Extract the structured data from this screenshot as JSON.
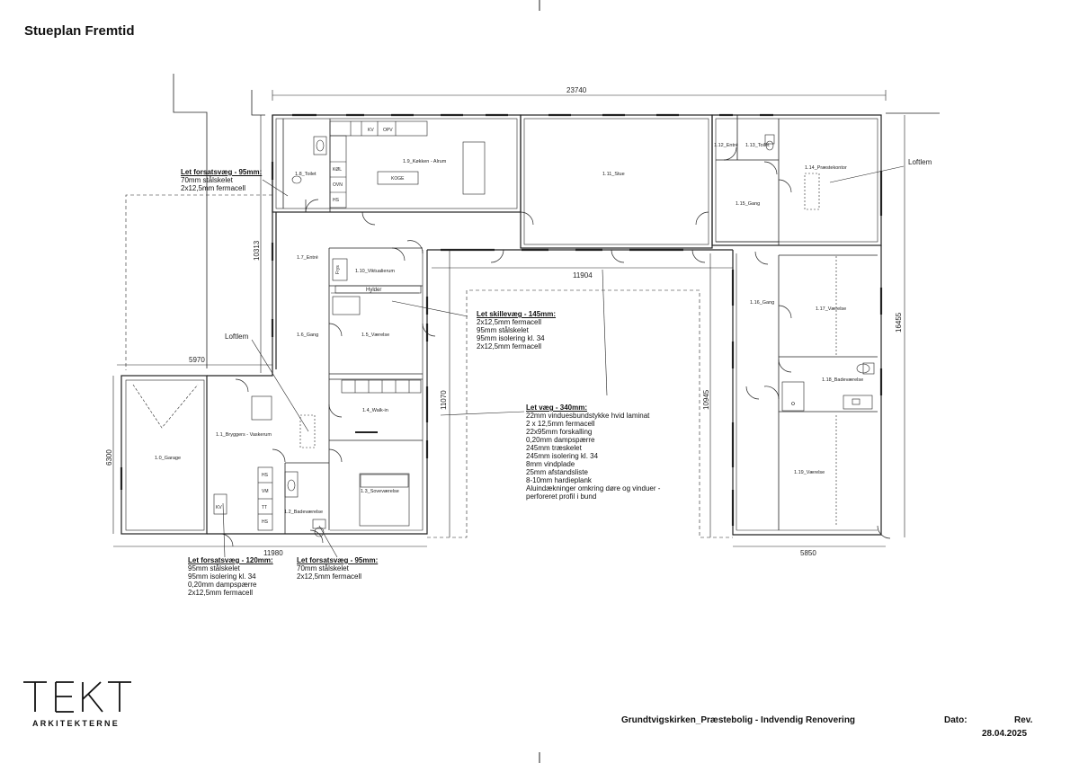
{
  "title": "Stueplan Fremtid",
  "dimensions": {
    "top": "23740",
    "upper_left": "10313",
    "mid_h": "11904",
    "garage_w": "5970",
    "garage_h": "6300",
    "mid_v": "11070",
    "right_v1": "10945",
    "right_v2": "16455",
    "bottom_left": "11980",
    "bottom_right": "5850"
  },
  "rooms": [
    {
      "id": "r10",
      "label": "1.0_Garage"
    },
    {
      "id": "r11",
      "label": "1.1_Bryggers - Vaskerum"
    },
    {
      "id": "r12",
      "label": "1.2_Badeværelse"
    },
    {
      "id": "r13",
      "label": "1.3_Soveværelse"
    },
    {
      "id": "r14",
      "label": "1.4_Walk-in"
    },
    {
      "id": "r15",
      "label": "1.5_Værelse"
    },
    {
      "id": "r16",
      "label": "1.6_Gang"
    },
    {
      "id": "r17",
      "label": "1.7_Entré"
    },
    {
      "id": "r18",
      "label": "1.8_Toilet"
    },
    {
      "id": "r19",
      "label": "1.9_Køkken - Alrum"
    },
    {
      "id": "r110",
      "label": "1.10_Viktualierum"
    },
    {
      "id": "r111",
      "label": "1.11_Stue"
    },
    {
      "id": "r112",
      "label": "1.12_Entré"
    },
    {
      "id": "r113",
      "label": "1.13_Toilet"
    },
    {
      "id": "r114",
      "label": "1.14_Præstekontor"
    },
    {
      "id": "r115",
      "label": "1.15_Gang"
    },
    {
      "id": "r116",
      "label": "1.16_Gang"
    },
    {
      "id": "r117",
      "label": "1.17_Værelse"
    },
    {
      "id": "r118",
      "label": "1.18_Badeværelse"
    },
    {
      "id": "r119",
      "label": "1.19_Værelse"
    }
  ],
  "fixtures": {
    "kv": "KV",
    "opv": "OPV",
    "kol": "KØL",
    "ovn": "OVN",
    "hs": "HS",
    "koge": "KOGE",
    "frys": "Frys",
    "hylder": "Hylder",
    "vm": "VM",
    "tt": "TT"
  },
  "labels": {
    "loftlem": "Loftlem"
  },
  "notes": {
    "n1": {
      "heading": "Let forsatsvæg - 95mm:",
      "lines": [
        "70mm stålskelet",
        "2x12,5mm fermacell"
      ]
    },
    "n2": {
      "heading": "Let skillevæg - 145mm:",
      "lines": [
        "2x12,5mm fermacell",
        "95mm stålskelet",
        "95mm isolering kl. 34",
        "2x12,5mm fermacell"
      ]
    },
    "n3": {
      "heading": "Let væg - 340mm:",
      "lines": [
        "22mm vinduesbundstykke hvid laminat",
        "2 x 12,5mm fermacell",
        "22x95mm forskalling",
        "0,20mm dampspærre",
        "245mm træskelet",
        "245mm isolering kl. 34",
        "8mm vindplade",
        "25mm afstandsliste",
        "8-10mm hardieplank",
        "Aluindækninger omkring døre og vinduer -",
        "perforeret profil i bund"
      ]
    },
    "n4": {
      "heading": "Let forsatsvæg - 120mm:",
      "lines": [
        "95mm stålskelet",
        "95mm isolering kl. 34",
        "0,20mm dampspærre",
        "2x12,5mm fermacell"
      ]
    },
    "n5": {
      "heading": "Let forsatsvæg - 95mm:",
      "lines": [
        "70mm stålskelet",
        "2x12,5mm fermacell"
      ]
    }
  },
  "logo": {
    "main": "TEKT",
    "sub": "ARKITEKTERNE"
  },
  "footer": {
    "project": "Grundtvigskirken_Præstebolig - Indvendig Renovering",
    "date_label": "Dato:",
    "rev_label": "Rev.",
    "date_value": "28.04.2025"
  }
}
